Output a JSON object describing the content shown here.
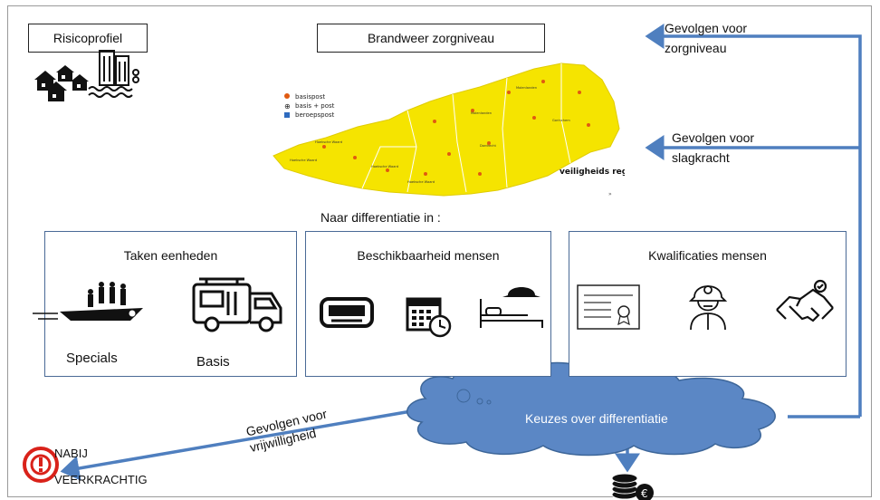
{
  "colors": {
    "arrow": "#4f7fbf",
    "cloud": "#5b87c5",
    "map_yellow": "#f5e400",
    "panel_border": "#4a6a96",
    "warning_red": "#d9221a"
  },
  "top": {
    "risk_profile": "Risicoprofiel",
    "fire_service_level": "Brandweer zorgniveau"
  },
  "map": {
    "legend": [
      "basispost",
      "basis + post",
      "beroepspost"
    ],
    "brand": "veiligheids regiozhz"
  },
  "consequences": {
    "care_level": "Gevolgen voor zorgniveau",
    "strike_power": "Gevolgen voor slagkracht",
    "volunteering": "Gevolgen voor vrijwilligheid"
  },
  "diff_heading": "Naar differentiatie in :",
  "panels": {
    "tasks": {
      "title": "Taken eenheden",
      "specials": "Specials",
      "basis": "Basis"
    },
    "availability": {
      "title": "Beschikbaarheid mensen"
    },
    "qualifications": {
      "title": "Kwalificaties mensen"
    }
  },
  "cloud_text": "Keuzes over differentiatie",
  "bottom_left": {
    "line1": "NABIJ",
    "line2": "VEERKRACHTIG"
  },
  "icons": [
    "city-icon",
    "boat-icon",
    "fire-truck-icon",
    "pager-icon",
    "calendar-clock-icon",
    "bed-helmet-icon",
    "certificate-icon",
    "firefighter-icon",
    "handshake-icon",
    "coins-icon",
    "warning-icon"
  ]
}
